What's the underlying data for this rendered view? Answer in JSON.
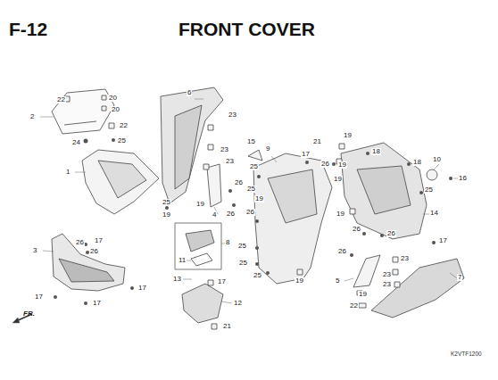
{
  "diagram": {
    "title": "FRONT COVER",
    "labels": [
      "F-12",
      "22",
      "20",
      "20",
      "2",
      "22",
      "24",
      "25",
      "1",
      "3",
      "26",
      "17",
      "26",
      "17",
      "17",
      "17",
      "6",
      "23",
      "23",
      "23",
      "26",
      "19",
      "25",
      "19",
      "4",
      "26",
      "8",
      "11",
      "13",
      "17",
      "12",
      "21",
      "15",
      "9",
      "17",
      "25",
      "25",
      "19",
      "26",
      "25",
      "25",
      "25",
      "19",
      "21",
      "19",
      "26",
      "19",
      "18",
      "18",
      "10",
      "16",
      "19",
      "25",
      "14",
      "19",
      "26",
      "26",
      "17",
      "26",
      "5",
      "23",
      "23",
      "23",
      "7",
      "19",
      "22",
      "FR.",
      "K2VTF1200"
    ]
  }
}
